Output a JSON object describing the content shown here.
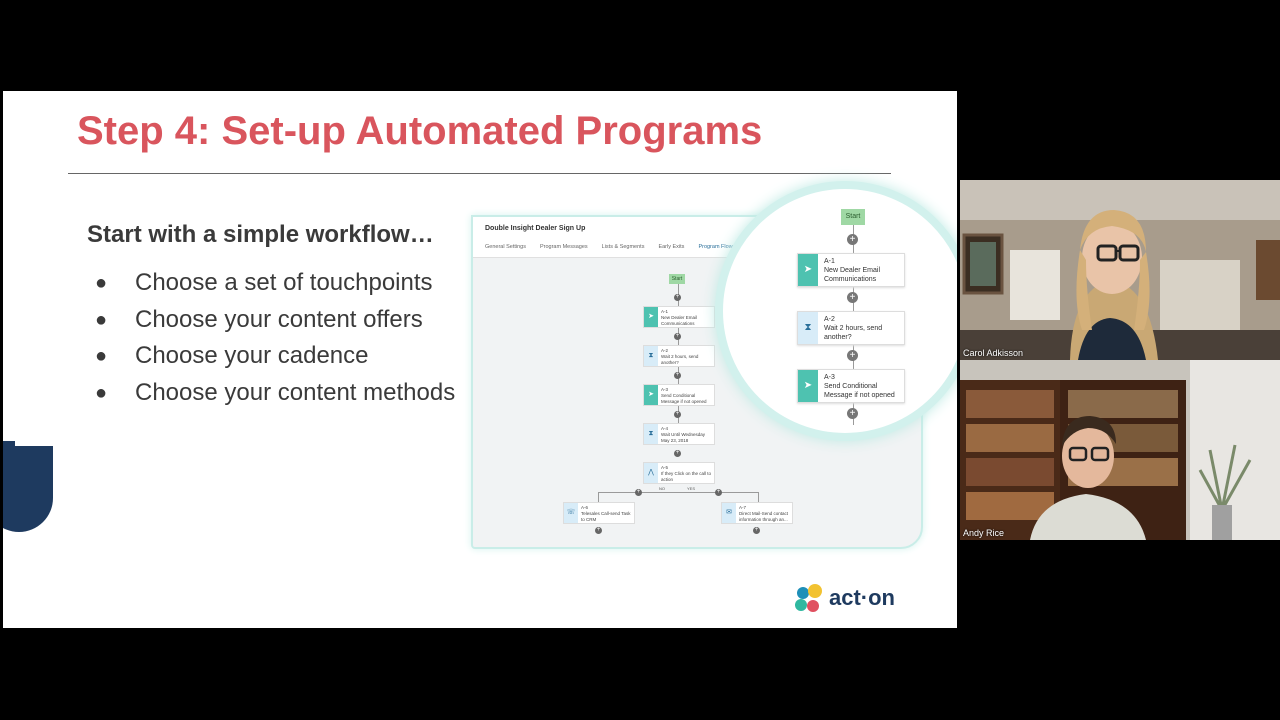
{
  "slide": {
    "title": "Step 4: Set-up Automated Programs",
    "subhead": "Start with a simple workflow…",
    "bullets": [
      {
        "marker": "●",
        "text": "Choose a set of touchpoints"
      },
      {
        "marker": "●",
        "text": "Choose your content offers"
      },
      {
        "marker": "●",
        "text": "Choose your cadence"
      },
      {
        "marker": "●",
        "text": "Choose your content methods"
      }
    ],
    "logo_text": "act·on"
  },
  "workflow": {
    "title": "Double Insight Dealer Sign Up",
    "tabs": [
      "General Settings",
      "Program Messages",
      "Lists & Segments",
      "Early Exits",
      "Program Flow"
    ],
    "start_label": "Start",
    "steps": [
      {
        "id": "A-1",
        "text": "New Dealer Email Communications",
        "icon": "send-icon"
      },
      {
        "id": "A-2",
        "text": "Wait 2 hours, send another?",
        "icon": "hourglass-icon"
      },
      {
        "id": "A-3",
        "text": "Send Conditional Message if not opened",
        "icon": "send-icon"
      },
      {
        "id": "A-4",
        "text": "Wait Until Wednesday May 23, 2018",
        "icon": "hourglass-icon"
      },
      {
        "id": "A-5",
        "text": "If they Click on the call to action",
        "icon": "branch-icon"
      },
      {
        "id": "A-6",
        "text": "Telesales Call-send Task to CRM",
        "icon": "phone-icon"
      },
      {
        "id": "A-7",
        "text": "Direct Mail-Send contact information through an...",
        "icon": "mail-icon"
      }
    ],
    "branch_no": "NO",
    "branch_yes": "YES"
  },
  "magnifier": {
    "start_label": "Start",
    "steps": [
      {
        "id": "A-1",
        "line1": "New Dealer Email",
        "line2": "Communications"
      },
      {
        "id": "A-2",
        "line1": "Wait 2 hours, send",
        "line2": "another?"
      },
      {
        "id": "A-3",
        "line1": "Send Conditional",
        "line2": "Message if not opened"
      }
    ]
  },
  "participants": [
    {
      "name": "Carol Adkisson"
    },
    {
      "name": "Andy Rice"
    }
  ],
  "colors": {
    "title": "#d9555d",
    "accent_teal": "#4ec2b0",
    "navy": "#1e3a5f"
  }
}
